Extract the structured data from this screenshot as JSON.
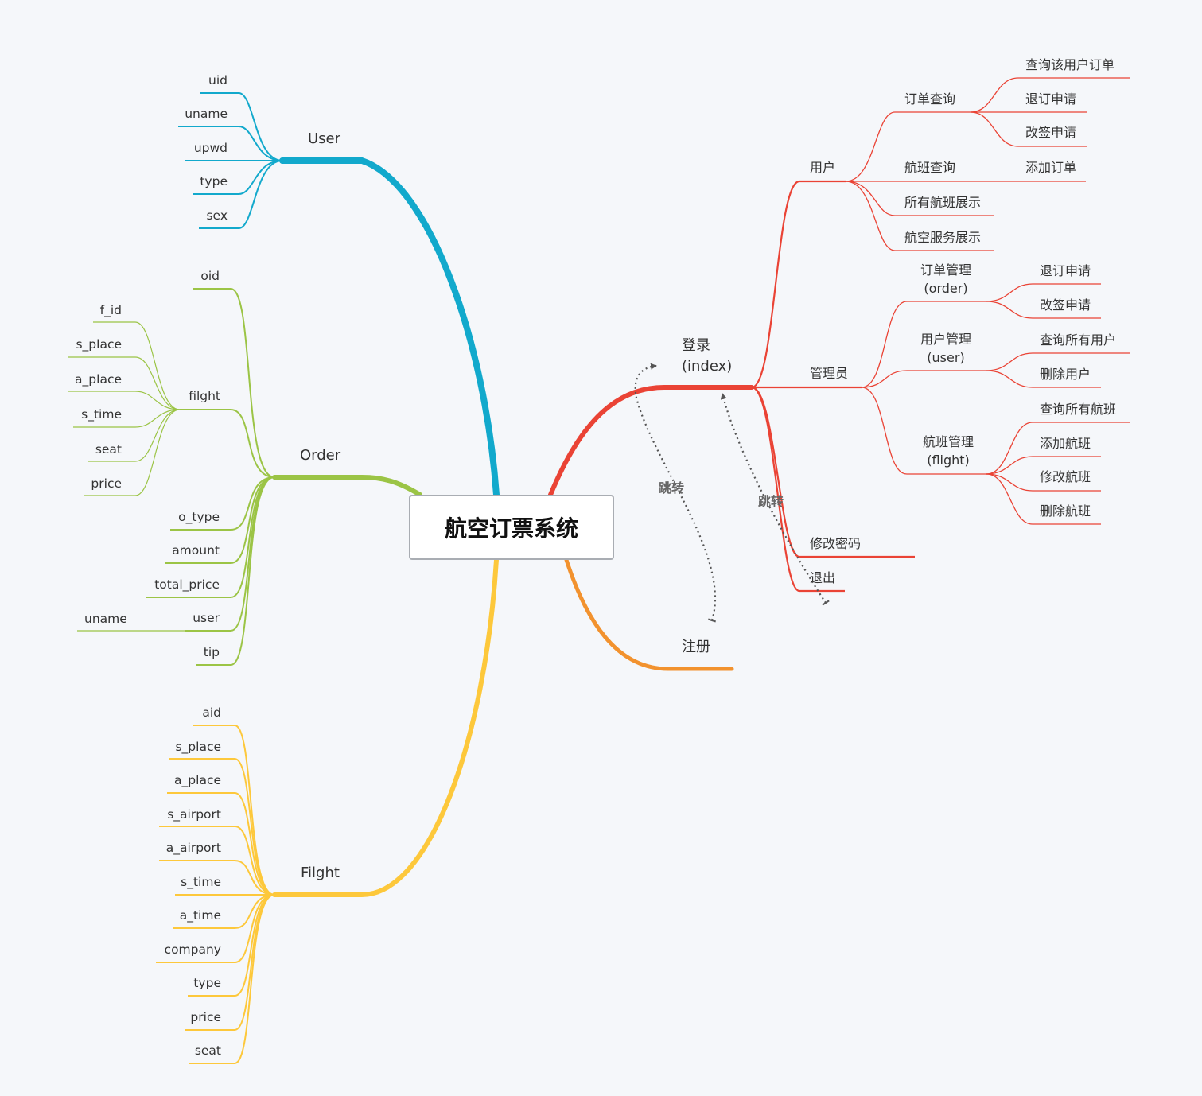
{
  "title": "航空订票系统",
  "colors": {
    "user": "#12a9cc",
    "order": "#9bc445",
    "flight": "#fdc83b",
    "login": "#ea4335",
    "register": "#f2922e",
    "relation": "#555555"
  },
  "user_branch": {
    "label": "User",
    "fields": [
      "uid",
      "uname",
      "upwd",
      "type",
      "sex"
    ]
  },
  "order_branch": {
    "label": "Order",
    "fields": [
      "oid",
      "filght",
      "o_type",
      "amount",
      "total_price",
      "user",
      "tip"
    ],
    "filght_fields": [
      "f_id",
      "s_place",
      "a_place",
      "s_time",
      "seat",
      "price"
    ],
    "user_field": "uname"
  },
  "flight_branch": {
    "label": "Filght",
    "fields": [
      "aid",
      "s_place",
      "a_place",
      "s_airport",
      "a_airport",
      "s_time",
      "a_time",
      "company",
      "type",
      "price",
      "seat"
    ]
  },
  "login_branch": {
    "label_line1": "登录",
    "label_line2": "(index)",
    "user": {
      "label": "用户",
      "order_query": {
        "label": "订单查询",
        "items": [
          "查询该用户订单",
          "退订申请",
          "改签申请"
        ]
      },
      "flight_query": {
        "label": "航班查询",
        "item": "添加订单"
      },
      "all_flights": "所有航班展示",
      "services": "航空服务展示"
    },
    "admin": {
      "label": "管理员",
      "order_mgmt": {
        "line1": "订单管理",
        "line2": "(order)",
        "items": [
          "退订申请",
          "改签申请"
        ]
      },
      "user_mgmt": {
        "line1": "用户管理",
        "line2": "(user)",
        "items": [
          "查询所有用户",
          "删除用户"
        ]
      },
      "flight_mgmt": {
        "line1": "航班管理",
        "line2": "(flight)",
        "items": [
          "查询所有航班",
          "添加航班",
          "修改航班",
          "删除航班"
        ]
      }
    },
    "change_password": "修改密码",
    "logout": "退出"
  },
  "register_branch": {
    "label": "注册"
  },
  "relations": [
    "跳转",
    "跳转"
  ]
}
